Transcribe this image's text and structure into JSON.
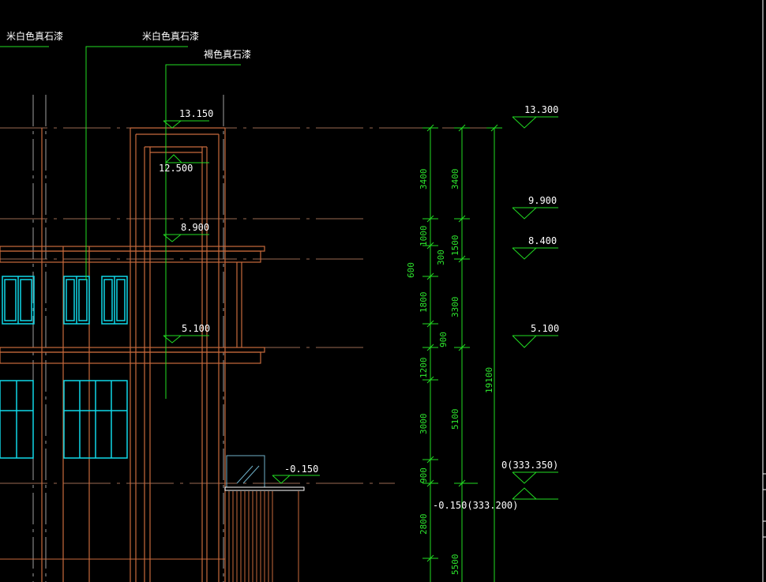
{
  "colors": {
    "background": "#000000",
    "dimension": "#22dd22",
    "building": "#c86a3c",
    "window": "#10d8e8",
    "text": "#ffffff",
    "axis": "#b0b0b0"
  },
  "material_labels": [
    "米白色真石漆",
    "米白色真石漆",
    "褐色真石漆"
  ],
  "left_levels": [
    "13.150",
    "12.500",
    "8.900",
    "5.100",
    "-0.150"
  ],
  "right_levels": [
    "13.300",
    "9.900",
    "8.400",
    "5.100",
    "0(333.350)"
  ],
  "bottom_level": "-0.150(333.200)",
  "dim_chain_1": [
    "3400",
    "1000",
    "600",
    "1800",
    "900",
    "1200",
    "3000",
    "900",
    "2800"
  ],
  "dim_chain_2": [
    "3400",
    "300",
    "1500",
    "3300",
    "5100",
    "5500"
  ],
  "dim_total": "19100"
}
